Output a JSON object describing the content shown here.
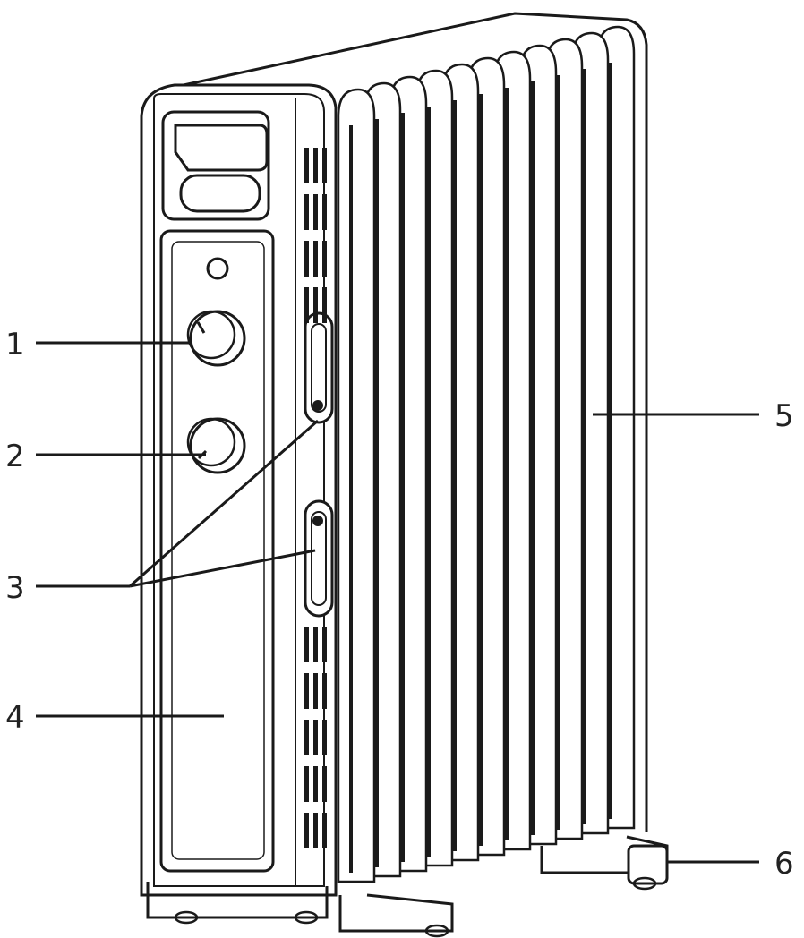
{
  "diagram": {
    "colors": {
      "ink": "#1a1a1a",
      "paper": "#ffffff"
    },
    "callouts": [
      {
        "id": "1",
        "label": "1"
      },
      {
        "id": "2",
        "label": "2"
      },
      {
        "id": "3",
        "label": "3"
      },
      {
        "id": "4",
        "label": "4"
      },
      {
        "id": "5",
        "label": "5"
      },
      {
        "id": "6",
        "label": "6"
      }
    ]
  }
}
